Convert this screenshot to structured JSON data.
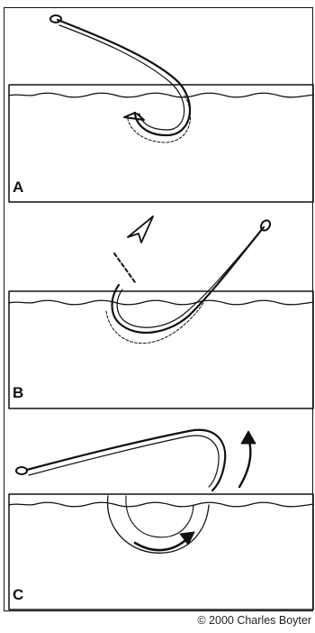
{
  "panels": [
    {
      "label": "A"
    },
    {
      "label": "B"
    },
    {
      "label": "C"
    }
  ],
  "credit": "© 2000 Charles Boyter",
  "colors": {
    "ink": "#111111",
    "background": "#ffffff"
  }
}
